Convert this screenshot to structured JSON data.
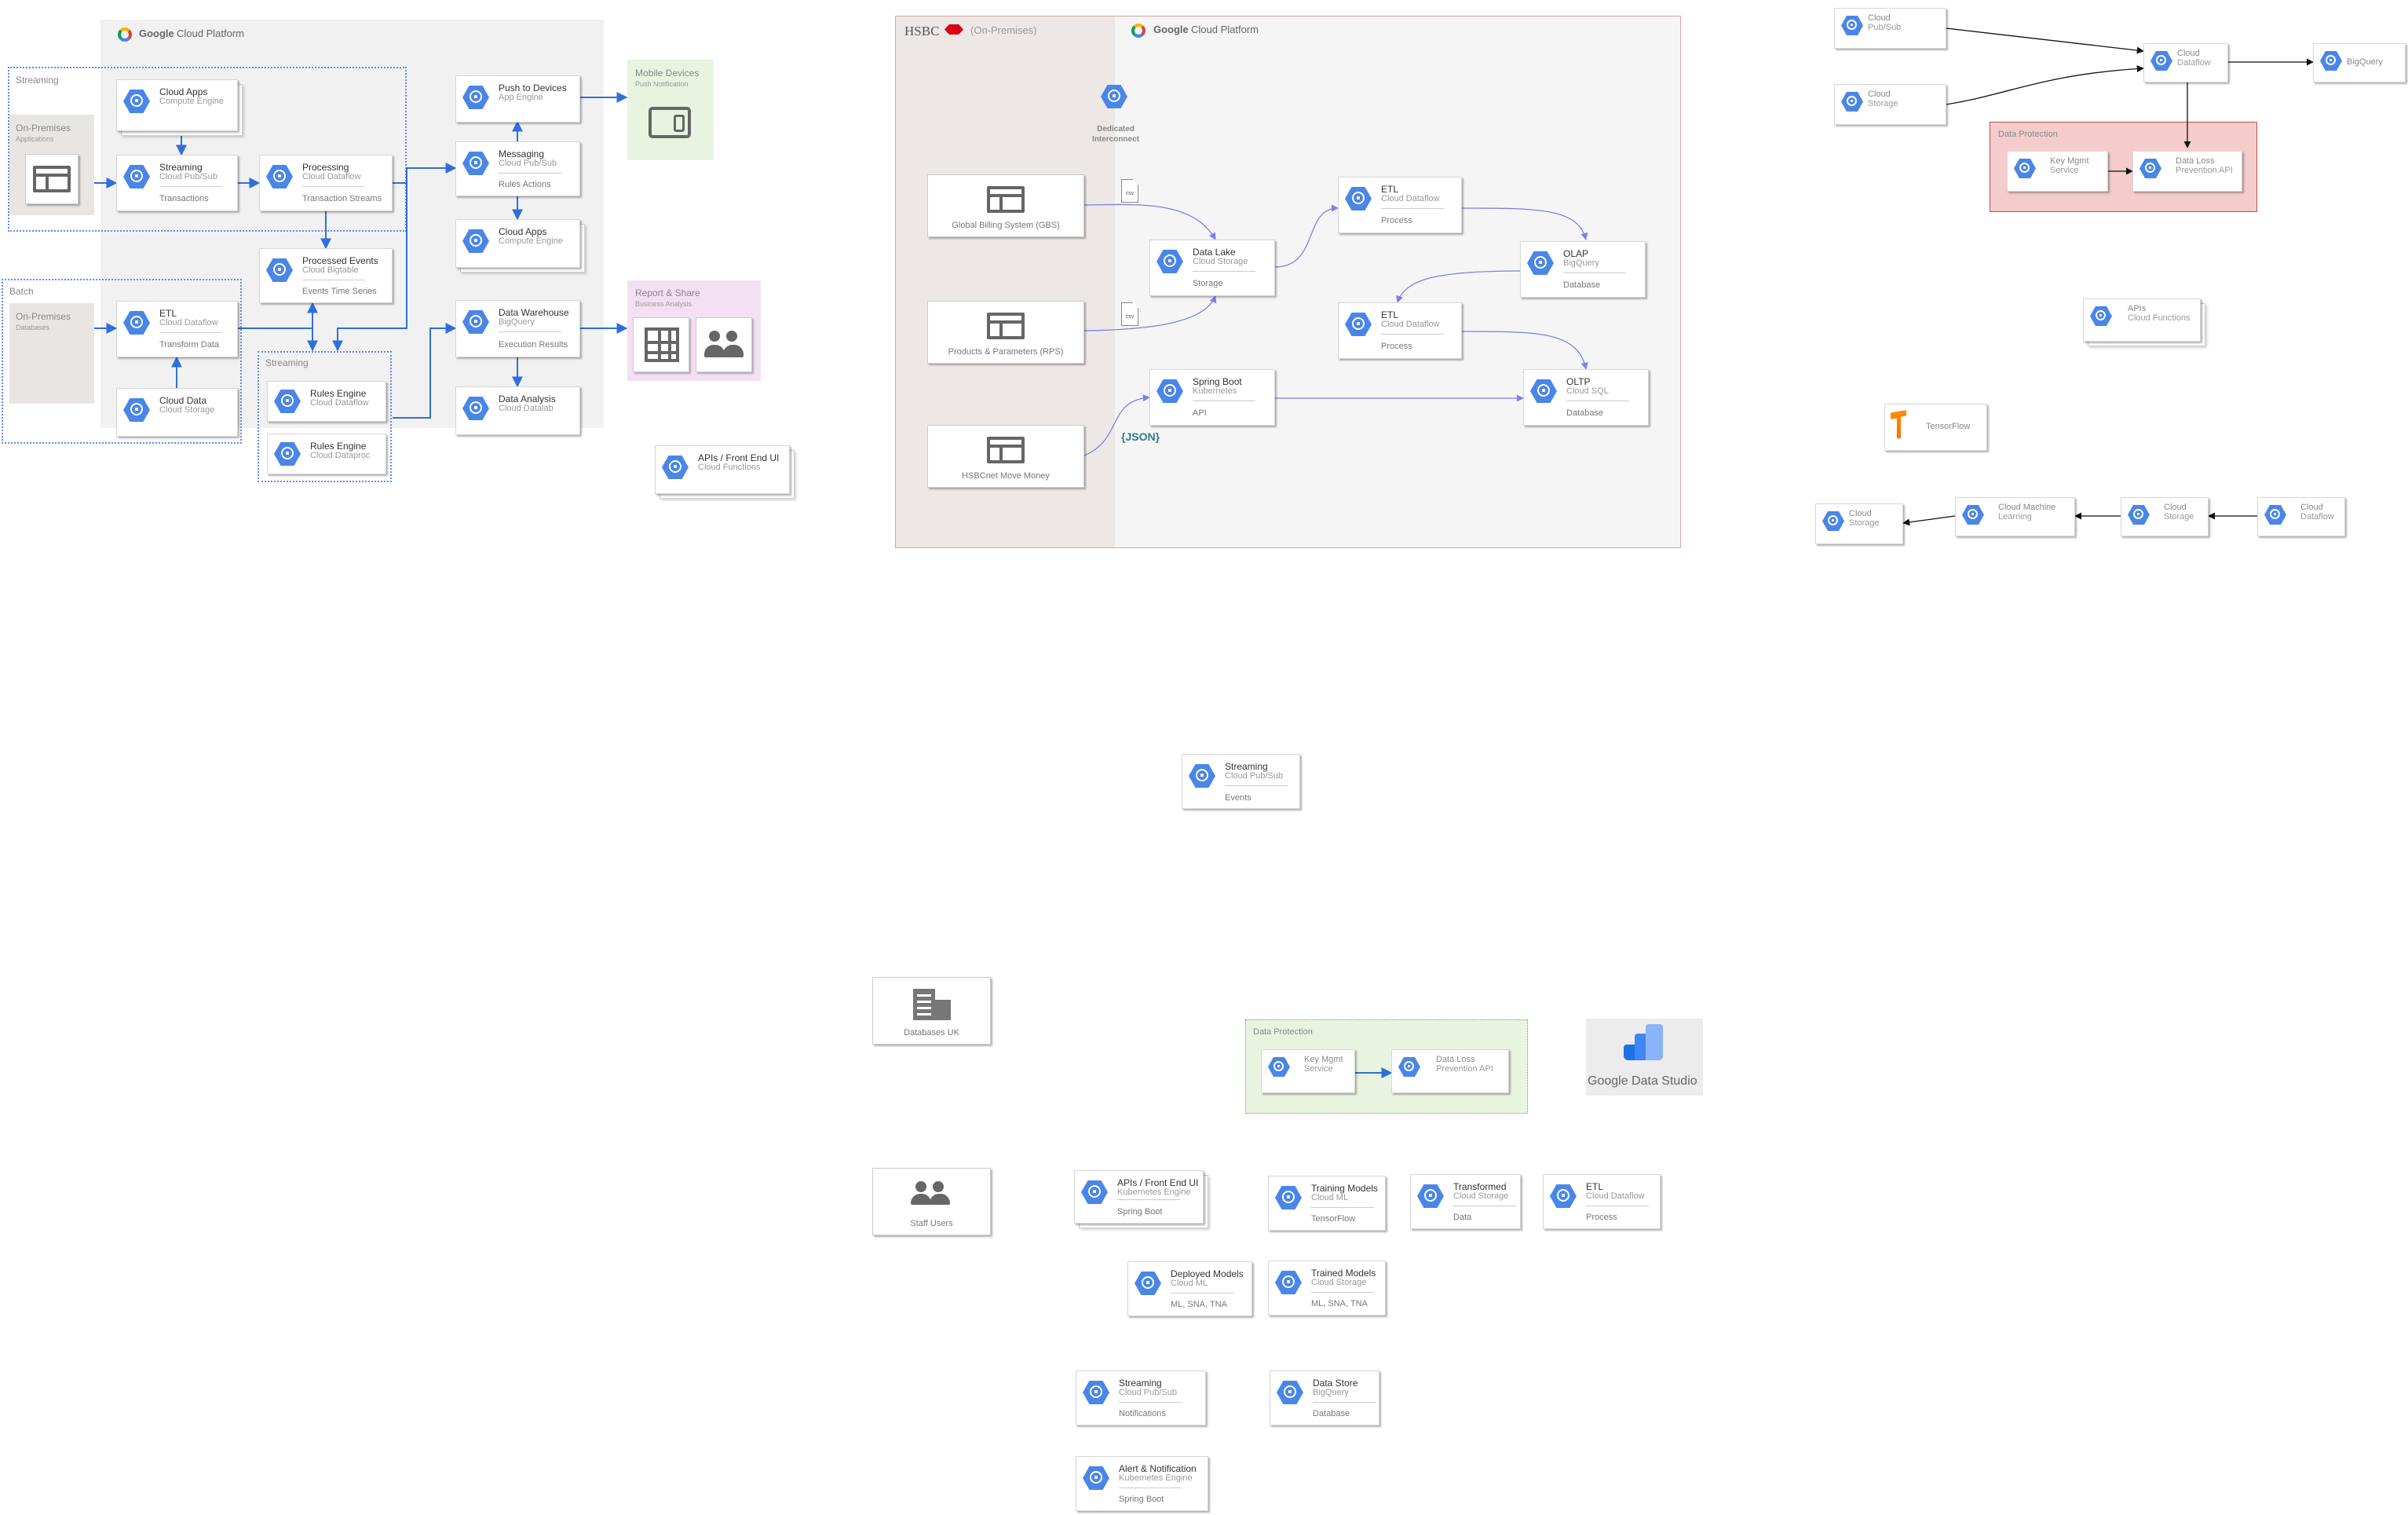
{
  "gcp_left": {
    "brand": "Google",
    "product": "Cloud Platform"
  },
  "streaming_group": "Streaming",
  "batch_group": "Batch",
  "streaming_group_2": "Streaming",
  "onprem_apps": {
    "title": "On-Premises",
    "sub": "Applications"
  },
  "onprem_db": {
    "title": "On-Premises",
    "sub": "Databases"
  },
  "mobile": {
    "title": "Mobile Devices",
    "sub": "Push Notification"
  },
  "report": {
    "title": "Report & Share",
    "sub": "Business Analysis"
  },
  "hsbc": {
    "name": "HSBC",
    "onprem": "(On-Premises)",
    "gcp_brand": "Google",
    "gcp_product": "Cloud Platform"
  },
  "interconnect": "Dedicated Interconnect",
  "systems": [
    "Global Billing System (GBS)",
    "Products & Parameters (RPS)",
    "HSBCnet Move Money"
  ],
  "csv": "csv",
  "json_label": "{JSON}",
  "cards": {
    "l_apps1": {
      "t": "Cloud Apps",
      "s": "Compute Engine",
      "d": ""
    },
    "l_stream": {
      "t": "Streaming",
      "s": "Cloud Pub/Sub",
      "d": "Transactions"
    },
    "l_proc": {
      "t": "Processing",
      "s": "Cloud Dataflow",
      "d": "Transaction Streams"
    },
    "l_events": {
      "t": "Processed Events",
      "s": "Cloud Bigtable",
      "d": "Events Time Series"
    },
    "l_etl": {
      "t": "ETL",
      "s": "Cloud Dataflow",
      "d": "Transform Data"
    },
    "l_data": {
      "t": "Cloud Data",
      "s": "Cloud Storage",
      "d": ""
    },
    "l_rules1": {
      "t": "Rules Engine",
      "s": "Cloud Dataflow",
      "d": ""
    },
    "l_rules2": {
      "t": "Rules Engine",
      "s": "Cloud Dataproc",
      "d": ""
    },
    "l_push": {
      "t": "Push to Devices",
      "s": "App Engine",
      "d": ""
    },
    "l_msg": {
      "t": "Messaging",
      "s": "Cloud Pub/Sub",
      "d": "Rules Actions"
    },
    "l_apps2": {
      "t": "Cloud Apps",
      "s": "Compute Engine",
      "d": ""
    },
    "l_dw": {
      "t": "Data Warehouse",
      "s": "BigQuery",
      "d": "Execution Results"
    },
    "l_da": {
      "t": "Data Analysis",
      "s": "Cloud Datalab",
      "d": ""
    },
    "l_api": {
      "t": "APIs / Front End UI",
      "s": "Cloud Functions",
      "d": ""
    },
    "m_lake": {
      "t": "Data Lake",
      "s": "Cloud Storage",
      "d": "Storage"
    },
    "m_etl1": {
      "t": "ETL",
      "s": "Cloud Dataflow",
      "d": "Process"
    },
    "m_olap": {
      "t": "OLAP",
      "s": "BigQuery",
      "d": "Database"
    },
    "m_etl2": {
      "t": "ETL",
      "s": "Cloud Dataflow",
      "d": "Process"
    },
    "m_spring": {
      "t": "Spring Boot",
      "s": "Kubernetes",
      "d": "API"
    },
    "m_oltp": {
      "t": "OLTP",
      "s": "Cloud SQL",
      "d": "Database"
    },
    "c_stream": {
      "t": "Streaming",
      "s": "Cloud Pub/Sub",
      "d": "Events"
    },
    "b_api": {
      "t": "APIs / Front End UI",
      "s": "Kubernetes Engine",
      "d": "Spring Boot"
    },
    "b_train": {
      "t": "Training Models",
      "s": "Cloud ML",
      "d": "TensorFlow"
    },
    "b_trans": {
      "t": "Transformed",
      "s": "Cloud Storage",
      "d": "Data"
    },
    "b_etl": {
      "t": "ETL",
      "s": "Cloud Dataflow",
      "d": "Process"
    },
    "b_deployed": {
      "t": "Deployed Models",
      "s": "Cloud ML",
      "d": "ML, SNA, TNA"
    },
    "b_trained": {
      "t": "Trained Models",
      "s": "Cloud Storage",
      "d": "ML, SNA, TNA"
    },
    "b_stream": {
      "t": "Streaming",
      "s": "Cloud Pub/Sub",
      "d": "Notifications"
    },
    "b_store": {
      "t": "Data Store",
      "s": "BigQuery",
      "d": "Database"
    },
    "b_alert": {
      "t": "Alert & Notification",
      "s": "Kubernetes Engine",
      "d": "Spring Boot"
    }
  },
  "mini": {
    "r_pubsub": {
      "t": "Cloud",
      "s": "Pub/Sub"
    },
    "r_storage": {
      "t": "Cloud",
      "s": "Storage"
    },
    "r_dataflow": {
      "t": "Cloud",
      "s": "Dataflow"
    },
    "r_bigquery": {
      "t": "BigQuery",
      "s": ""
    },
    "r_kms": {
      "t": "Key Mgmt",
      "s": "Service"
    },
    "r_dlp": {
      "t": "Data Loss",
      "s": "Prevention API"
    },
    "r_apis": {
      "t": "APIs",
      "s": "Cloud Functions"
    },
    "r_tf": {
      "t": "TensorFlow",
      "s": ""
    },
    "r_cs1": {
      "t": "Cloud",
      "s": "Storage"
    },
    "r_cml": {
      "t": "Cloud Machine",
      "s": "Learning"
    },
    "r_cs2": {
      "t": "Cloud",
      "s": "Storage"
    },
    "r_df2": {
      "t": "Cloud",
      "s": "Dataflow"
    },
    "b_kms": {
      "t": "Key Mgmt",
      "s": "Service"
    },
    "b_dlp": {
      "t": "Data Loss",
      "s": "Prevention API"
    }
  },
  "data_protection": "Data Protection",
  "data_protection_2": "Data Protection",
  "databases_uk": "Databases UK",
  "staff_users": "Staff Users",
  "data_studio": "Google Data Studio",
  "colors": {
    "gcp_blue": "#4a86e8",
    "wire_blue": "#2f6fdb",
    "purple_wire": "#7d7fe8",
    "hsbc_red": "#db0011",
    "dp_red": "#f4cccc",
    "dp_green": "#e8f4e0",
    "report_pink": "#f3e0f2"
  }
}
